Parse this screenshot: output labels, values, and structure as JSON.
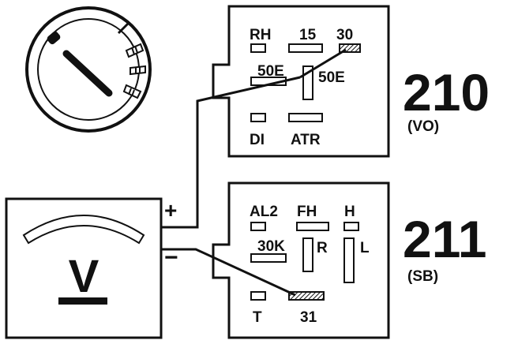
{
  "relay_210": {
    "terminals": {
      "rh": "RH",
      "t15": "15",
      "t30": "30",
      "t50e_left": "50E",
      "t50e_right": "50E",
      "di": "DI",
      "atr": "ATR"
    },
    "number": "210",
    "code": "(VO)"
  },
  "relay_211": {
    "terminals": {
      "al2": "AL2",
      "fh": "FH",
      "h": "H",
      "t30k": "30K",
      "r": "R",
      "l": "L",
      "t": "T",
      "t31": "31"
    },
    "number": "211",
    "code": "(SB)"
  },
  "voltmeter": {
    "symbol": "V",
    "plus": "+",
    "minus": "−"
  }
}
